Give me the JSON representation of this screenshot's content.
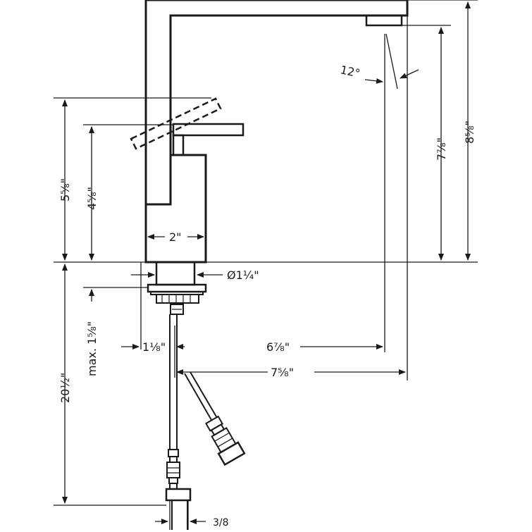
{
  "drawing": {
    "line_color": "#1a1a1a",
    "background": "#ffffff"
  },
  "dimensions": {
    "spout_angle": "12°",
    "spout_to_aerator_height": "7⅞\"",
    "overall_height": "8⅝\"",
    "lever_raised_height": "5⅝\"",
    "lever_height": "4⅝\"",
    "body_width": "2\"",
    "shank_diameter": "Ø1¼\"",
    "max_deck_thickness": "max. 1⅝\"",
    "shank_offset": "1⅛\"",
    "spout_reach": "6⅞\"",
    "spout_overall_reach": "7⅝\"",
    "hose_length": "20½\"",
    "connection_size": "3/8"
  }
}
